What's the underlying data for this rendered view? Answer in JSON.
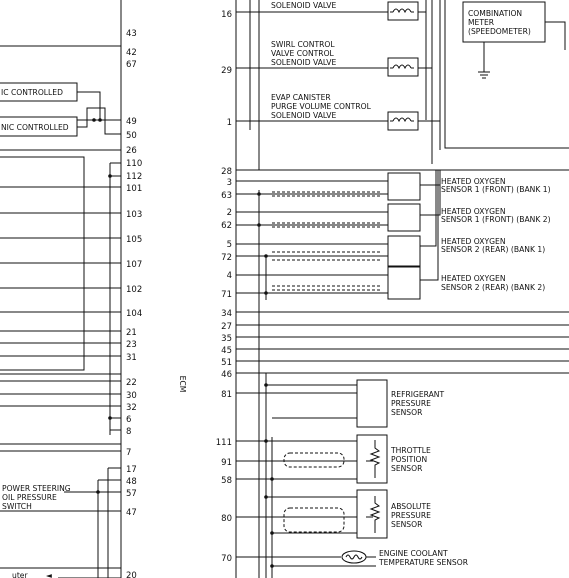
{
  "ecm_label": "ECM",
  "left_pins": [
    "43",
    "42",
    "67",
    "49",
    "50",
    "26",
    "110",
    "112",
    "101",
    "103",
    "105",
    "107",
    "102",
    "104",
    "21",
    "23",
    "31",
    "22",
    "30",
    "32",
    "6",
    "8",
    "7",
    "17",
    "48",
    "57",
    "47",
    "20"
  ],
  "right_pins": [
    "16",
    "29",
    "1",
    "28",
    "3",
    "63",
    "2",
    "62",
    "5",
    "72",
    "4",
    "71",
    "34",
    "27",
    "35",
    "45",
    "51",
    "46",
    "81",
    "111",
    "91",
    "58",
    "80",
    "70"
  ],
  "components": {
    "left_a": "IC CONTROLLED",
    "left_b": "NIC CONTROLLED",
    "power_steering": [
      "POWER STEERING",
      "OIL PRESSURE",
      "SWITCH"
    ],
    "bottom_left": "uter",
    "solenoid_top": "SOLENOID VALVE",
    "swirl": [
      "SWIRL CONTROL",
      "VALVE CONTROL",
      "SOLENOID VALVE"
    ],
    "evap": [
      "EVAP CANISTER",
      "PURGE VOLUME CONTROL",
      "SOLENOID VALVE"
    ],
    "meter": [
      "COMBINATION",
      "METER",
      "(SPEEDOMETER)"
    ],
    "ho2_1": [
      "HEATED OXYGEN",
      "SENSOR 1 (FRONT) (BANK 1)"
    ],
    "ho2_2": [
      "HEATED OXYGEN",
      "SENSOR 1 (FRONT) (BANK 2)"
    ],
    "ho2_3": [
      "HEATED OXYGEN",
      "SENSOR 2 (REAR) (BANK 1)"
    ],
    "ho2_4": [
      "HEATED OXYGEN",
      "SENSOR 2 (REAR) (BANK 2)"
    ],
    "refrigerant": [
      "REFRIGERANT",
      "PRESSURE",
      "SENSOR"
    ],
    "throttle": [
      "THROTTLE",
      "POSITION",
      "SENSOR"
    ],
    "absolute": [
      "ABSOLUTE",
      "PRESSURE",
      "SENSOR"
    ],
    "coolant": [
      "ENGINE COOLANT",
      "TEMPERATURE SENSOR"
    ]
  }
}
